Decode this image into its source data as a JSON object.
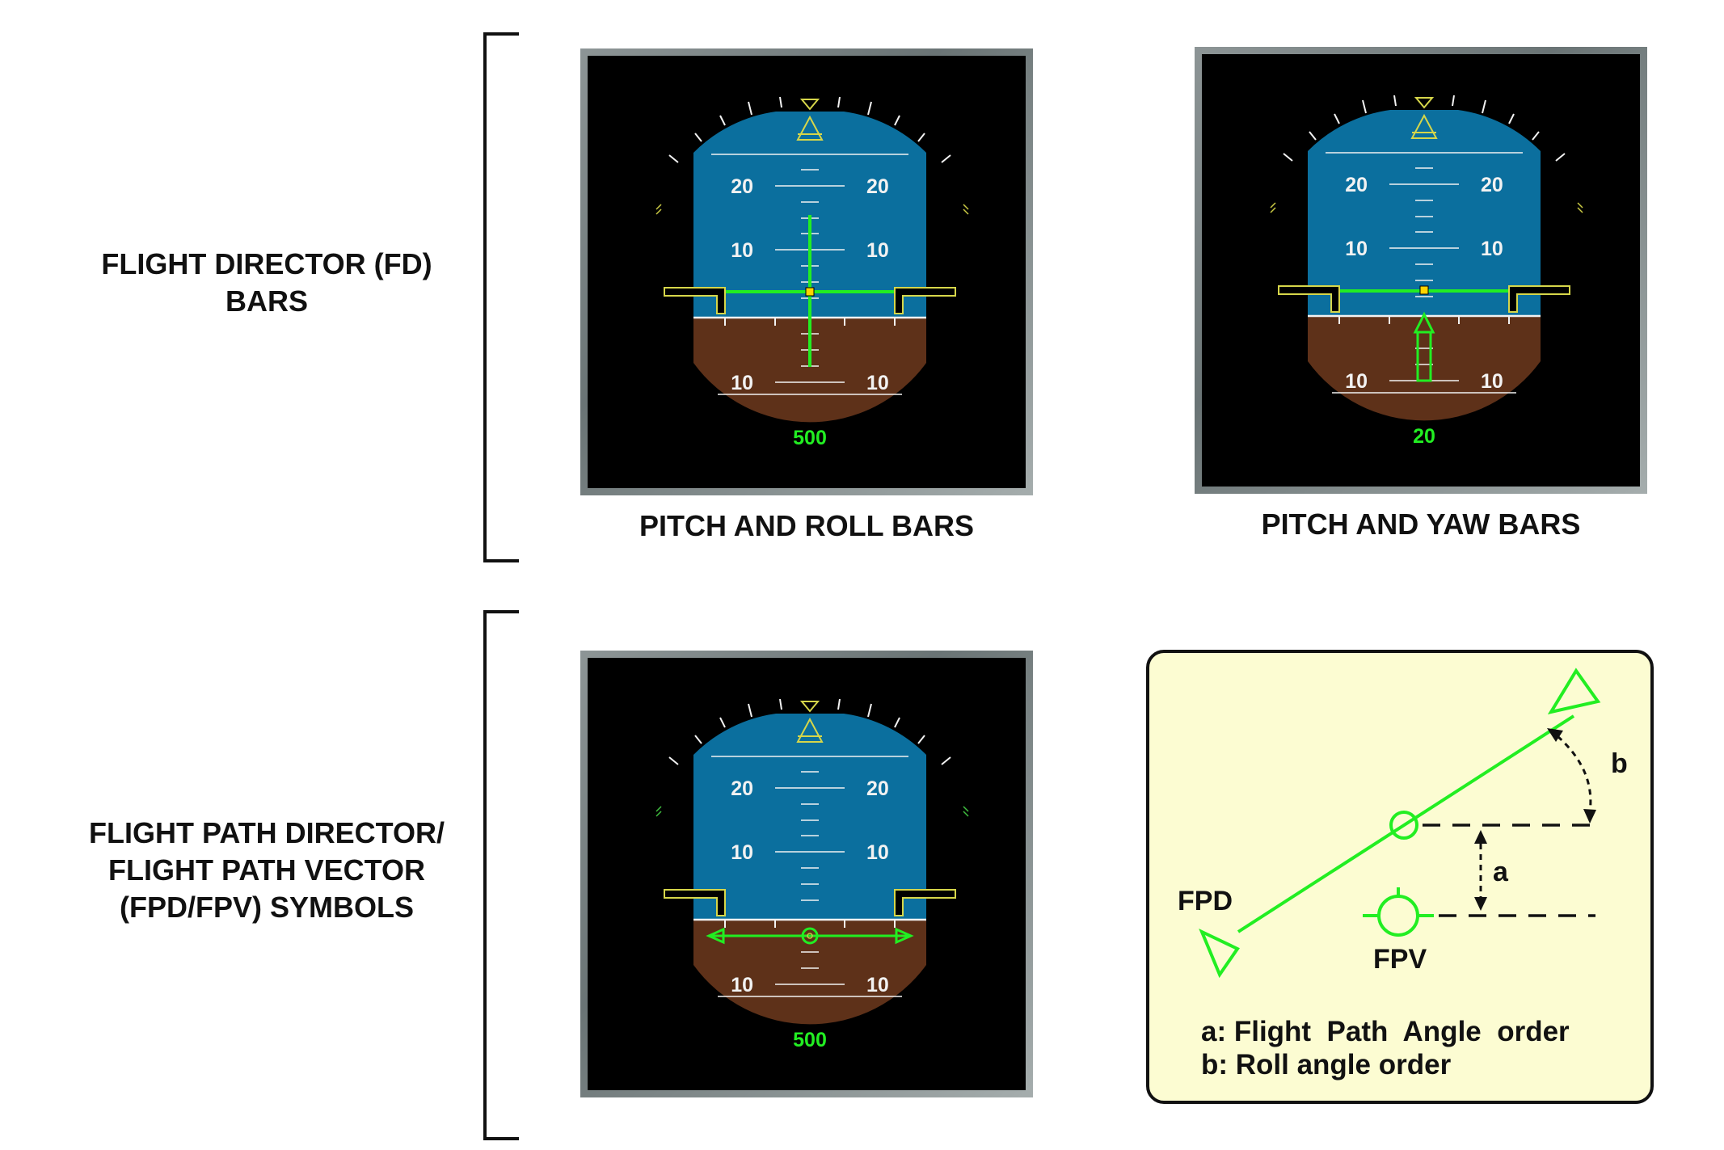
{
  "sections": {
    "fd_bars_label": "FLIGHT DIRECTOR (FD)\nBARS",
    "fpd_fpv_label": "FLIGHT PATH DIRECTOR/\nFLIGHT PATH VECTOR\n(FPD/FPV) SYMBOLS"
  },
  "panels": [
    {
      "caption": "PITCH AND ROLL BARS",
      "pitch_labels": {
        "up20": "20",
        "up10": "10",
        "down10": "10"
      },
      "readout": "500"
    },
    {
      "caption": "PITCH AND YAW BARS",
      "pitch_labels": {
        "up20": "20",
        "up10": "10",
        "down10": "10"
      },
      "readout": "20"
    },
    {
      "caption": "",
      "pitch_labels": {
        "up20": "20",
        "up10": "10",
        "down10": "10"
      },
      "readout": "500"
    }
  ],
  "diagram": {
    "fpd_label": "FPD",
    "fpv_label": "FPV",
    "a_label": "a",
    "b_label": "b",
    "legend_a": "a: Flight  Path  Angle  order",
    "legend_b": "b: Roll angle order"
  },
  "colors": {
    "sky": "#0b6f9e",
    "ground": "#5e3119",
    "symbol_green": "#22ee22",
    "frame_gray": "#7a8485",
    "info_bg": "#fcfcd2"
  }
}
